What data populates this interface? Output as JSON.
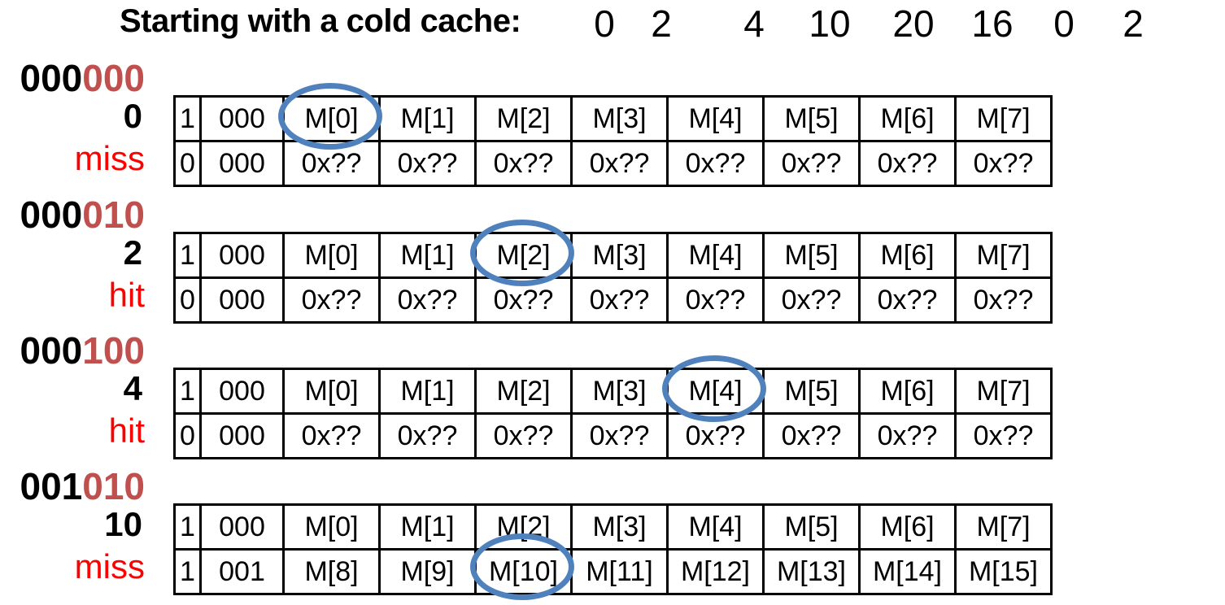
{
  "title": "Starting with a cold cache:",
  "access_sequence": [
    "0",
    "2",
    "4",
    "10",
    "20",
    "16",
    "0",
    "2"
  ],
  "colors": {
    "text": "#000000",
    "binary_high_bits": "#000000",
    "binary_low_bits": "#C0504D",
    "hit_miss": "#FF0000",
    "highlight_circle": "#4F81BD",
    "table_border": "#000000"
  },
  "steps": [
    {
      "binary_black": "000",
      "binary_red": "000",
      "address": "0",
      "result": "miss",
      "highlight": {
        "row": 0,
        "col": 2,
        "cell": "M[0]"
      },
      "table_rows": [
        [
          "1",
          "000",
          "M[0]",
          "M[1]",
          "M[2]",
          "M[3]",
          "M[4]",
          "M[5]",
          "M[6]",
          "M[7]"
        ],
        [
          "0",
          "000",
          "0x??",
          "0x??",
          "0x??",
          "0x??",
          "0x??",
          "0x??",
          "0x??",
          "0x??"
        ]
      ]
    },
    {
      "binary_black": "000",
      "binary_red": "010",
      "address": "2",
      "result": "hit",
      "highlight": {
        "row": 0,
        "col": 4,
        "cell": "M[2]"
      },
      "table_rows": [
        [
          "1",
          "000",
          "M[0]",
          "M[1]",
          "M[2]",
          "M[3]",
          "M[4]",
          "M[5]",
          "M[6]",
          "M[7]"
        ],
        [
          "0",
          "000",
          "0x??",
          "0x??",
          "0x??",
          "0x??",
          "0x??",
          "0x??",
          "0x??",
          "0x??"
        ]
      ]
    },
    {
      "binary_black": "000",
      "binary_red": "100",
      "address": "4",
      "result": "hit",
      "highlight": {
        "row": 0,
        "col": 6,
        "cell": "M[4]"
      },
      "table_rows": [
        [
          "1",
          "000",
          "M[0]",
          "M[1]",
          "M[2]",
          "M[3]",
          "M[4]",
          "M[5]",
          "M[6]",
          "M[7]"
        ],
        [
          "0",
          "000",
          "0x??",
          "0x??",
          "0x??",
          "0x??",
          "0x??",
          "0x??",
          "0x??",
          "0x??"
        ]
      ]
    },
    {
      "binary_black": "001",
      "binary_red": "010",
      "address": "10",
      "result": "miss",
      "highlight": {
        "row": 1,
        "col": 4,
        "cell": "M[10]"
      },
      "table_rows": [
        [
          "1",
          "000",
          "M[0]",
          "M[1]",
          "M[2]",
          "M[3]",
          "M[4]",
          "M[5]",
          "M[6]",
          "M[7]"
        ],
        [
          "1",
          "001",
          "M[8]",
          "M[9]",
          "M[10]",
          "M[11]",
          "M[12]",
          "M[13]",
          "M[14]",
          "M[15]"
        ]
      ]
    }
  ]
}
